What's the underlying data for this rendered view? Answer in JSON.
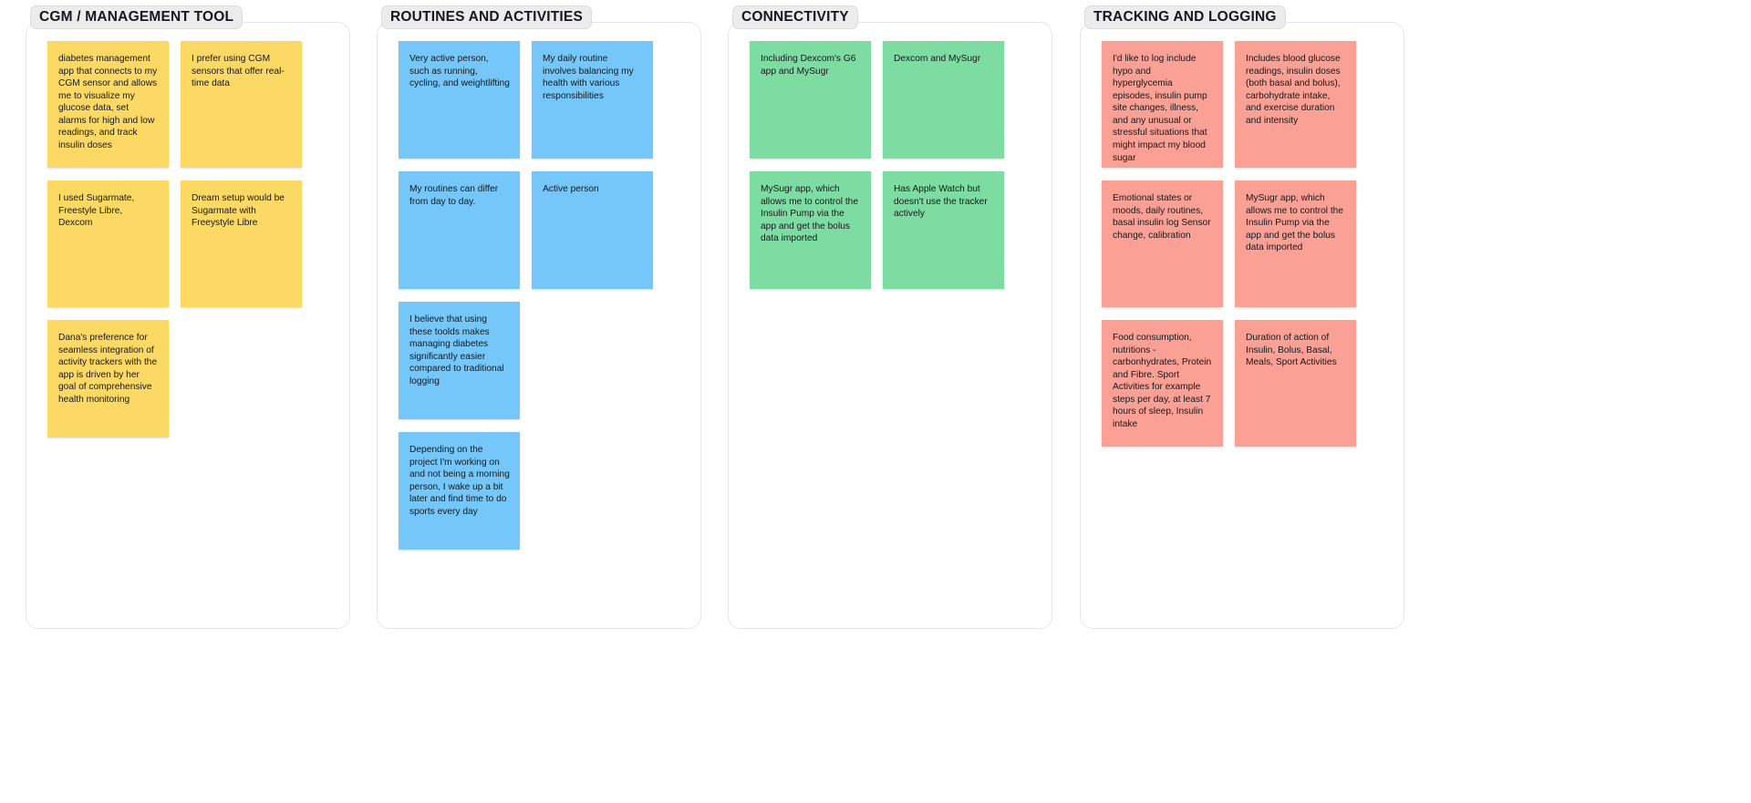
{
  "board": {
    "background": "#ffffff",
    "note_colors": {
      "yellow": "#fcd964",
      "blue": "#74c7f8",
      "green": "#7ddca2",
      "red": "#faa094"
    }
  },
  "columns": [
    {
      "id": "cgm-management-tool",
      "title": "CGM / MANAGEMENT TOOL",
      "color": "#fcd964",
      "left_notes": [
        {
          "text": "diabetes management app that connects to my CGM sensor and allows me to visualize my glucose data, set alarms for high and low readings, and track insulin doses",
          "height": 139
        },
        {
          "text": "I used Sugarmate, Freestyle Libre, Dexcom",
          "height": 139
        },
        {
          "text": "Dana's preference for seamless integration of activity trackers with the app is driven by her goal of comprehensive health monitoring",
          "height": 129
        }
      ],
      "right_notes": [
        {
          "text": "I prefer using CGM sensors that offer real-time data",
          "height": 139
        },
        {
          "text": "Dream setup would be Sugarmate with Freeystyle Libre",
          "height": 139
        }
      ]
    },
    {
      "id": "routines-and-activities",
      "title": "ROUTINES AND ACTIVITIES",
      "color": "#74c7f8",
      "left_notes": [
        {
          "text": "Very active person, such as running, cycling, and weightlifting",
          "height": 129
        },
        {
          "text": "My routines can differ from day to day.",
          "height": 129
        },
        {
          "text": "I believe that using these toolds makes managing diabetes significantly easier compared to traditional logging",
          "height": 129
        },
        {
          "text": "Depending on the project I'm working on and not being a morning person, I wake up a bit later and find time to do sports every day",
          "height": 129
        }
      ],
      "right_notes": [
        {
          "text": "My daily routine involves balancing my health with various responsibilities",
          "height": 129
        },
        {
          "text": "Active person",
          "height": 129
        }
      ]
    },
    {
      "id": "connectivity",
      "title": "CONNECTIVITY",
      "color": "#7ddca2",
      "left_notes": [
        {
          "text": "Including Dexcom's G6 app and MySugr",
          "height": 129
        },
        {
          "text": "MySugr app, which allows me to control the Insulin Pump via the app and get the bolus data imported",
          "height": 129
        }
      ],
      "right_notes": [
        {
          "text": "Dexcom and MySugr",
          "height": 129
        },
        {
          "text": "Has Apple Watch but doesn't use the tracker actively",
          "height": 129
        }
      ]
    },
    {
      "id": "tracking-and-logging",
      "title": "TRACKING AND LOGGING",
      "color": "#faa094",
      "left_notes": [
        {
          "text": "I'd like to log include hypo and hyperglycemia episodes, insulin pump site changes, illness, and any unusual or stressful situations that might impact my blood sugar",
          "height": 139
        },
        {
          "text": "Emotional states or moods, daily routines, basal insulin log Sensor change, calibration",
          "height": 139
        },
        {
          "text": "Food consumption, nutritions - carbonhydrates, Protein and Fibre. Sport Activities for example steps per day, at least 7 hours of sleep, Insulin intake",
          "height": 139
        }
      ],
      "right_notes": [
        {
          "text": "Includes blood glucose readings, insulin doses (both basal and bolus), carbohydrate intake, and exercise duration and intensity",
          "height": 139
        },
        {
          "text": "MySugr app, which allows me to control the Insulin Pump via the app and get the bolus data imported",
          "height": 139
        },
        {
          "text": "Duration of action of Insulin, Bolus, Basal, Meals, Sport Activities",
          "height": 139
        }
      ]
    }
  ]
}
